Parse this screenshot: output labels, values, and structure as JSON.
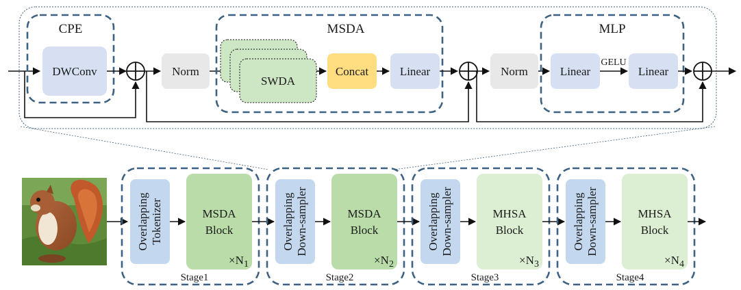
{
  "block": {
    "cpe": {
      "title": "CPE",
      "dwconv": "DWConv"
    },
    "norm1": "Norm",
    "msda": {
      "title": "MSDA",
      "swda": "SWDA",
      "concat": "Concat",
      "linear": "Linear"
    },
    "norm2": "Norm",
    "mlp": {
      "title": "MLP",
      "linear1": "Linear",
      "gelu": "GELU",
      "linear2": "Linear"
    }
  },
  "stages": [
    {
      "label": "Stage1",
      "first_line1": "Overlapping",
      "first_line2": "Tokenizer",
      "second_line1": "MSDA",
      "second_line2": "Block",
      "repeat": "×N",
      "sub": "1"
    },
    {
      "label": "Stage2",
      "first_line1": "Overlapping",
      "first_line2": "Down-sampler",
      "second_line1": "MSDA",
      "second_line2": "Block",
      "repeat": "×N",
      "sub": "2"
    },
    {
      "label": "Stage3",
      "first_line1": "Overlapping",
      "first_line2": "Down-sampler",
      "second_line1": "MHSA",
      "second_line2": "Block",
      "repeat": "×N",
      "sub": "3"
    },
    {
      "label": "Stage4",
      "first_line1": "Overlapping",
      "first_line2": "Down-sampler",
      "second_line1": "MHSA",
      "second_line2": "Block",
      "repeat": "×N",
      "sub": "4"
    }
  ],
  "colors": {
    "dashed_border": "#3d6180",
    "blue_box": "#d6e0f2",
    "blue_stage": "#c3d8ee",
    "gray_box": "#e8e8e8",
    "concat": "#ffdd80",
    "green_box": "#cde6c3",
    "green_msda_stage": "#b9dca8",
    "green_mhsa_stage": "#dcefd2"
  }
}
